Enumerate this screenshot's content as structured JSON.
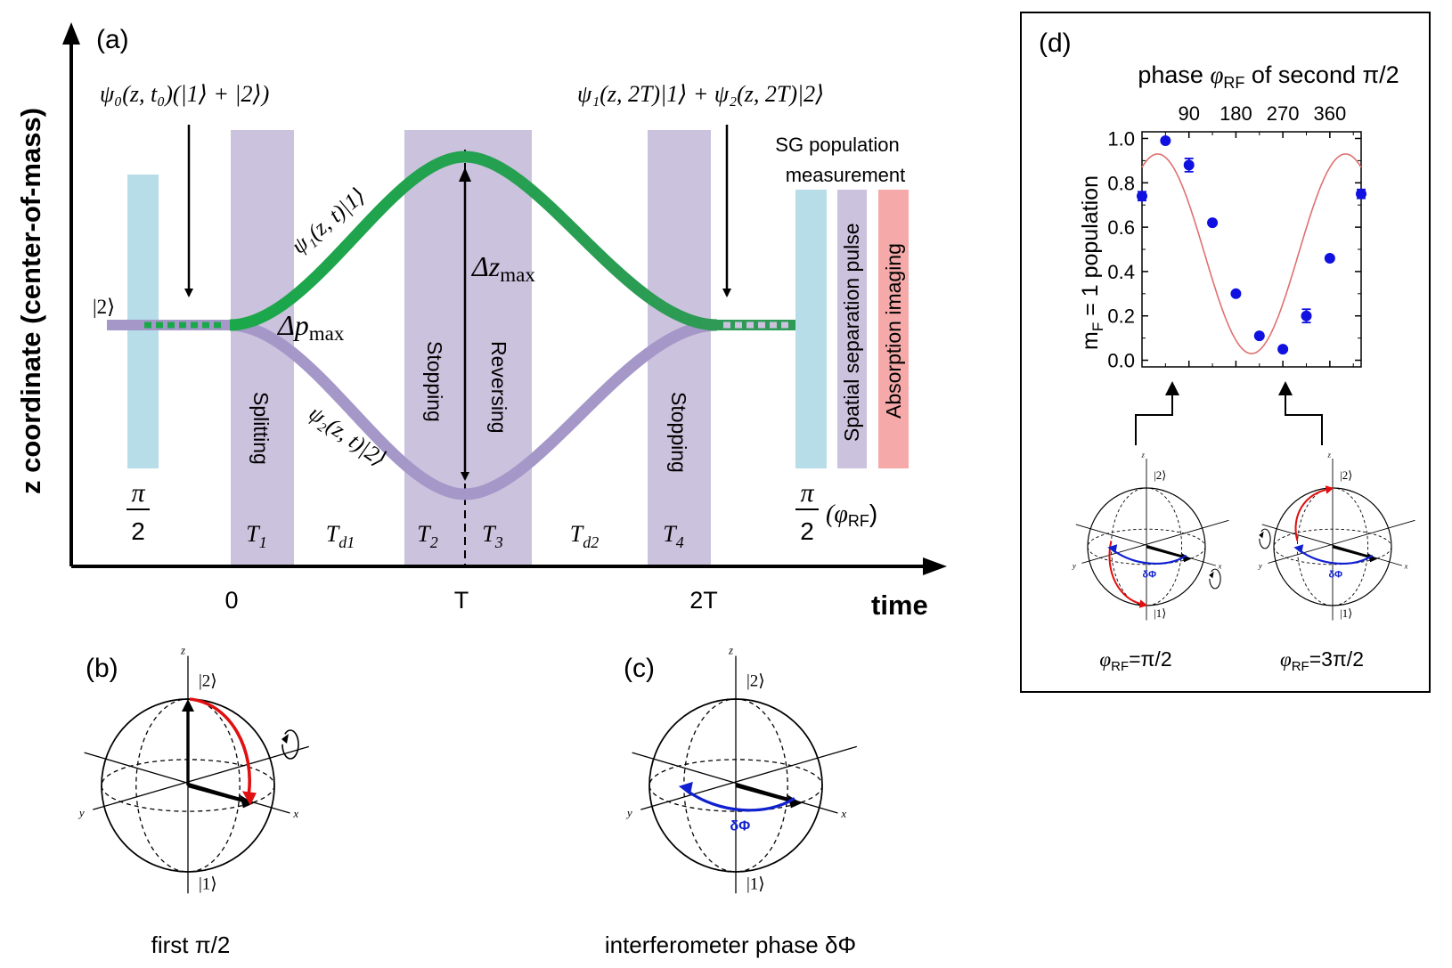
{
  "panel_a": {
    "label": "(a)",
    "y_axis_label": "z coordinate (center-of-mass)",
    "x_axis_label": "time",
    "time_ticks": [
      "0",
      "T",
      "2T"
    ],
    "initial_state": "ψ₀(z, t₀)(|1⟩ + |2⟩)",
    "final_state": "ψ₁(z, 2T)|1⟩ + ψ₂(z, 2T)|2⟩",
    "ket2": "|2⟩",
    "upper_path": "ψ₁(z, t)|1⟩",
    "lower_path": "ψ₂(z, t)|2⟩",
    "delta_p": "Δp",
    "delta_p_sub": "max",
    "delta_z": "Δz",
    "delta_z_sub": "max",
    "pi_num": "π",
    "pi_den": "2",
    "phi_rf": "(φ",
    "phi_rf_sub": "RF",
    "phi_rf_close": ")",
    "sg_line1": "SG population",
    "sg_line2": "measurement",
    "band_labels": {
      "splitting": "Splitting",
      "stopping1": "Stopping",
      "reversing": "Reversing",
      "stopping2": "Stopping",
      "spatial": "Spatial separation pulse",
      "absorption": "Absorption imaging"
    },
    "interval_labels": [
      {
        "main": "T",
        "sub": "1"
      },
      {
        "main": "T",
        "sub": "d1"
      },
      {
        "main": "T",
        "sub": "2"
      },
      {
        "main": "T",
        "sub": "3"
      },
      {
        "main": "T",
        "sub": "d2"
      },
      {
        "main": "T",
        "sub": "4"
      }
    ],
    "colors": {
      "rf_pulse": "#b7dde8",
      "magnetic_pulse": "#cbc2dd",
      "imaging": "#f5a9a9",
      "upper_path": "#1aa84a",
      "lower_path": "#a597c8"
    }
  },
  "panel_b": {
    "label": "(b)",
    "caption": "first π/2",
    "ket_top": "|2⟩",
    "ket_bottom": "|1⟩",
    "axis_x": "x",
    "axis_y": "y",
    "axis_z": "z"
  },
  "panel_c": {
    "label": "(c)",
    "caption": "interferometer phase δΦ",
    "ket_top": "|2⟩",
    "ket_bottom": "|1⟩",
    "phase": "δΦ",
    "axis_x": "x",
    "axis_y": "y",
    "axis_z": "z"
  },
  "panel_d": {
    "label": "(d)",
    "top_axis_title_pre": "phase ",
    "top_axis_title_phi": "φ",
    "top_axis_title_sub": "RF",
    "top_axis_title_post": " of second π/2",
    "ylabel_pre": "m",
    "ylabel_sub": "F",
    "ylabel_post": " = 1 population",
    "sphere1_caption": "=π/2",
    "sphere2_caption": "=3π/2",
    "caption_phi": "φ",
    "caption_sub": "RF",
    "ket_top": "|2⟩",
    "ket_bottom": "|1⟩",
    "phase": "δΦ",
    "axis_x": "x",
    "axis_y": "y",
    "axis_z": "z"
  },
  "chart_data": {
    "type": "scatter",
    "xlabel": "phase φRF of second π/2",
    "ylabel": "mF = 1 population",
    "x_ticks": [
      90,
      180,
      270,
      360
    ],
    "y_ticks": [
      0.0,
      0.2,
      0.4,
      0.6,
      0.8,
      1.0
    ],
    "y_tick_labels": [
      "0.0",
      "0.2",
      "0.4",
      "0.6",
      "0.8",
      "1.0"
    ],
    "xlim": [
      0,
      420
    ],
    "ylim": [
      -0.03,
      1.03
    ],
    "grid": false,
    "series": [
      {
        "marker_color": "#1010e0",
        "x": [
          0,
          45,
          90,
          135,
          180,
          225,
          270,
          315,
          360,
          420
        ],
        "y": [
          0.74,
          0.99,
          0.88,
          0.62,
          0.3,
          0.11,
          0.05,
          0.2,
          0.46,
          0.75
        ],
        "yerr": [
          0.02,
          0.01,
          0.03,
          0.01,
          0.01,
          0.01,
          0.01,
          0.03,
          0.01,
          0.02
        ]
      }
    ],
    "fit_color": "#e07070",
    "fit": {
      "offset": 0.48,
      "amplitude": 0.45,
      "phase_deg": 210,
      "period_deg": 360
    }
  }
}
